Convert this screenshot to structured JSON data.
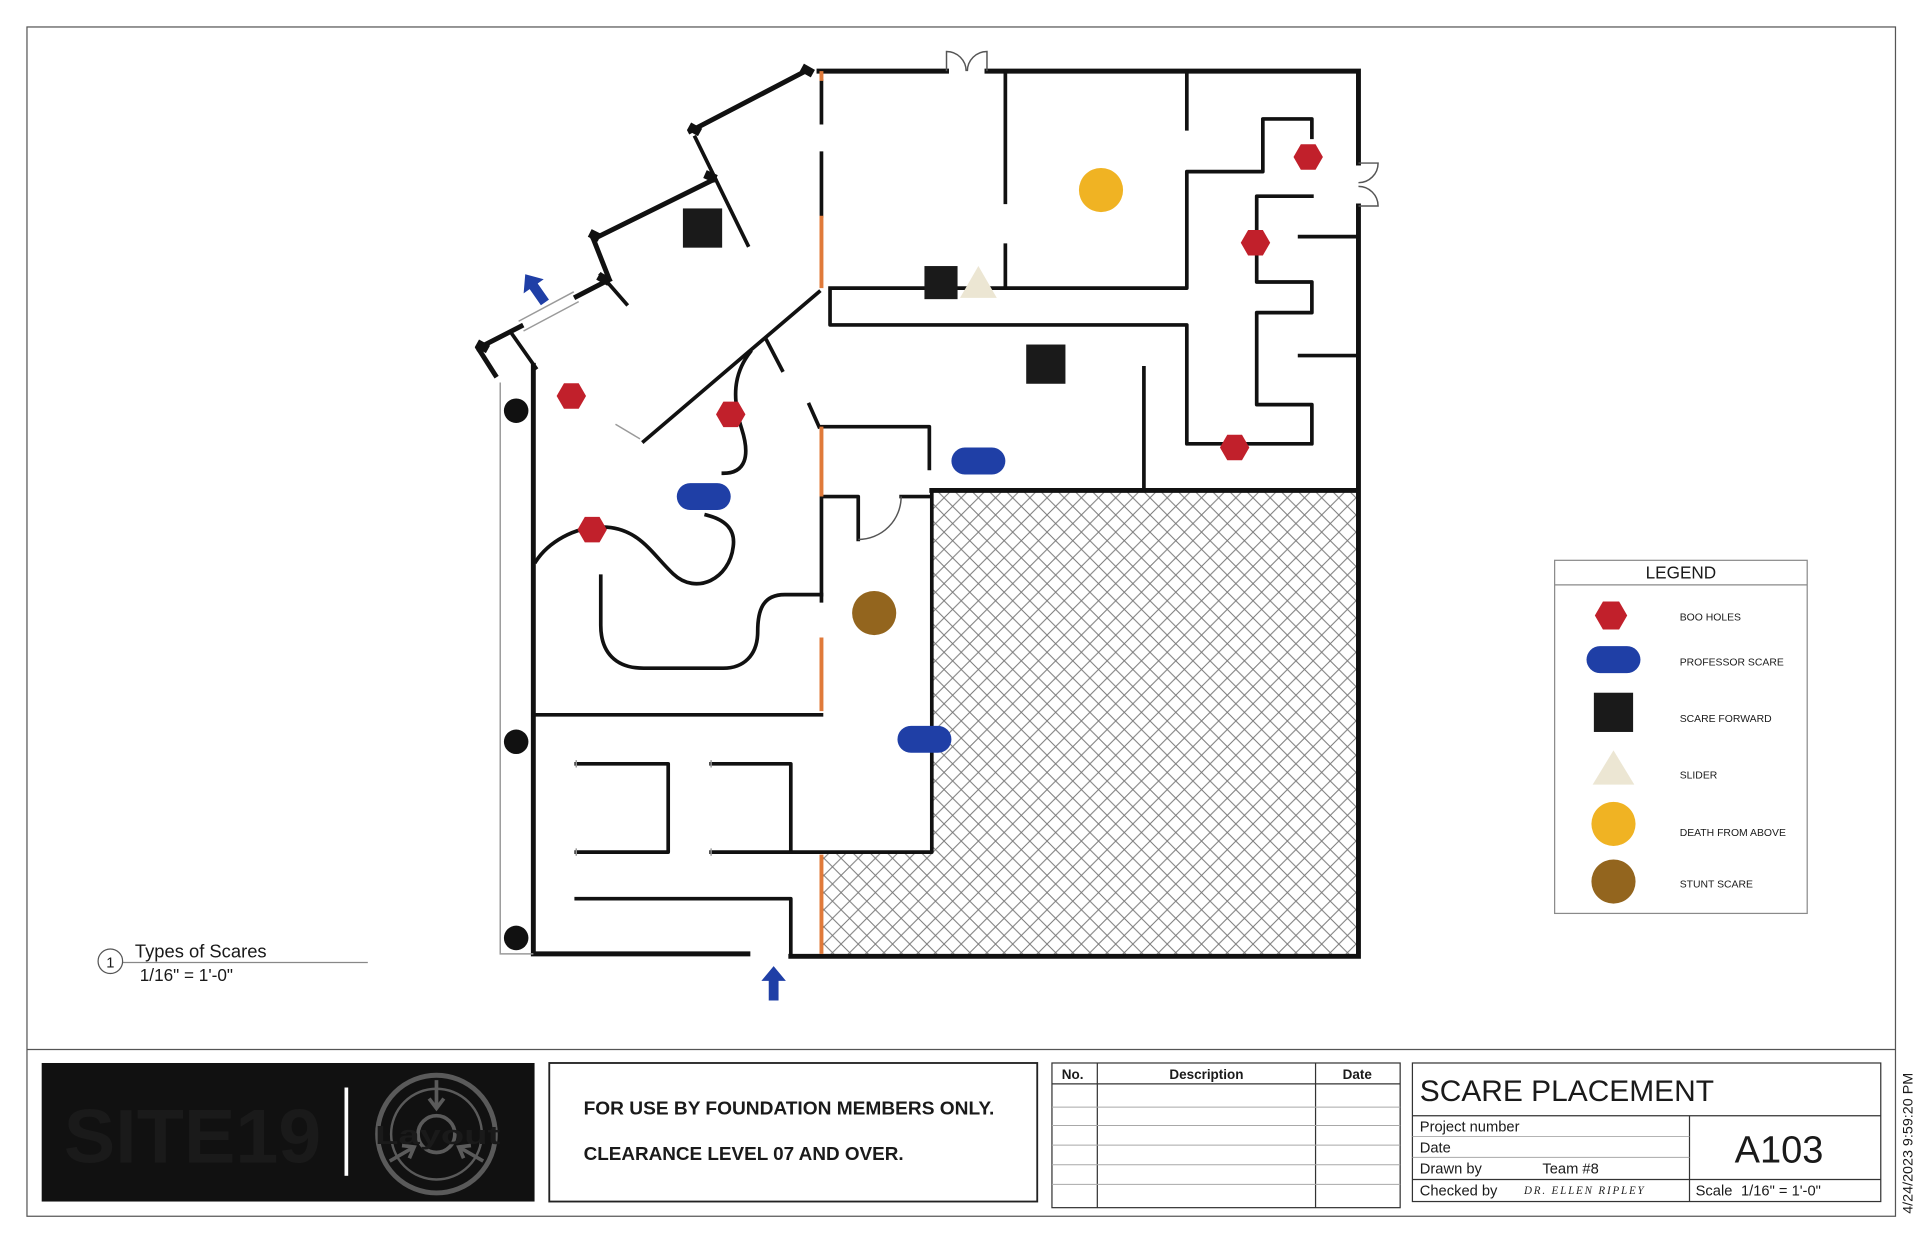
{
  "sheet": {
    "title": "SCARE PLACEMENT",
    "sheet_number": "A103",
    "fields": {
      "project_number_label": "Project number",
      "date_label": "Date",
      "drawn_by_label": "Drawn by",
      "drawn_by_value": "Team #8",
      "checked_by_label": "Checked by",
      "checked_by_value": "DR. ELLEN RIPLEY",
      "scale_label": "Scale",
      "scale_value": "1/16\" = 1'-0\""
    },
    "timestamp": "4/24/2023 9:59:20 PM"
  },
  "logo": {
    "site_name": "SITE19",
    "caption": "Layout",
    "emblem": "scp-foundation-emblem-icon"
  },
  "notice": {
    "line1": "FOR USE BY FOUNDATION MEMBERS ONLY.",
    "line2": "CLEARANCE LEVEL 07 AND OVER."
  },
  "revisions": {
    "headers": [
      "No.",
      "Description",
      "Date"
    ],
    "rows": []
  },
  "view": {
    "number": "1",
    "title": "Types of Scares",
    "scale": "1/16\" = 1'-0\""
  },
  "legend": {
    "title": "LEGEND",
    "items": [
      {
        "label": "BOO HOLES",
        "symbol": "hexagon-icon",
        "color": "#c1202b"
      },
      {
        "label": "PROFESSOR SCARE",
        "symbol": "capsule-icon",
        "color": "#1f3fa6"
      },
      {
        "label": "SCARE FORWARD",
        "symbol": "square-icon",
        "color": "#1a1a1a"
      },
      {
        "label": "SLIDER",
        "symbol": "triangle-icon",
        "color": "#ece6d3"
      },
      {
        "label": "DEATH FROM ABOVE",
        "symbol": "circle-icon",
        "color": "#f0b323"
      },
      {
        "label": "STUNT SCARE",
        "symbol": "circle-icon",
        "color": "#93651e"
      }
    ]
  },
  "icons": {
    "exit_arrow": "arrow-up-icon",
    "entrance_arrow": "arrow-up-icon",
    "door": "door-swing-icon",
    "corridor_marker": "black-dot-icon"
  },
  "colors": {
    "wall": "#111111",
    "door_frame": "#e07a3a",
    "arrow": "#1f3fa6",
    "corridor_dot": "#111111",
    "hatch": "#7a7a7a",
    "logo_background": "#111111",
    "logo_text": "#ffffff"
  }
}
